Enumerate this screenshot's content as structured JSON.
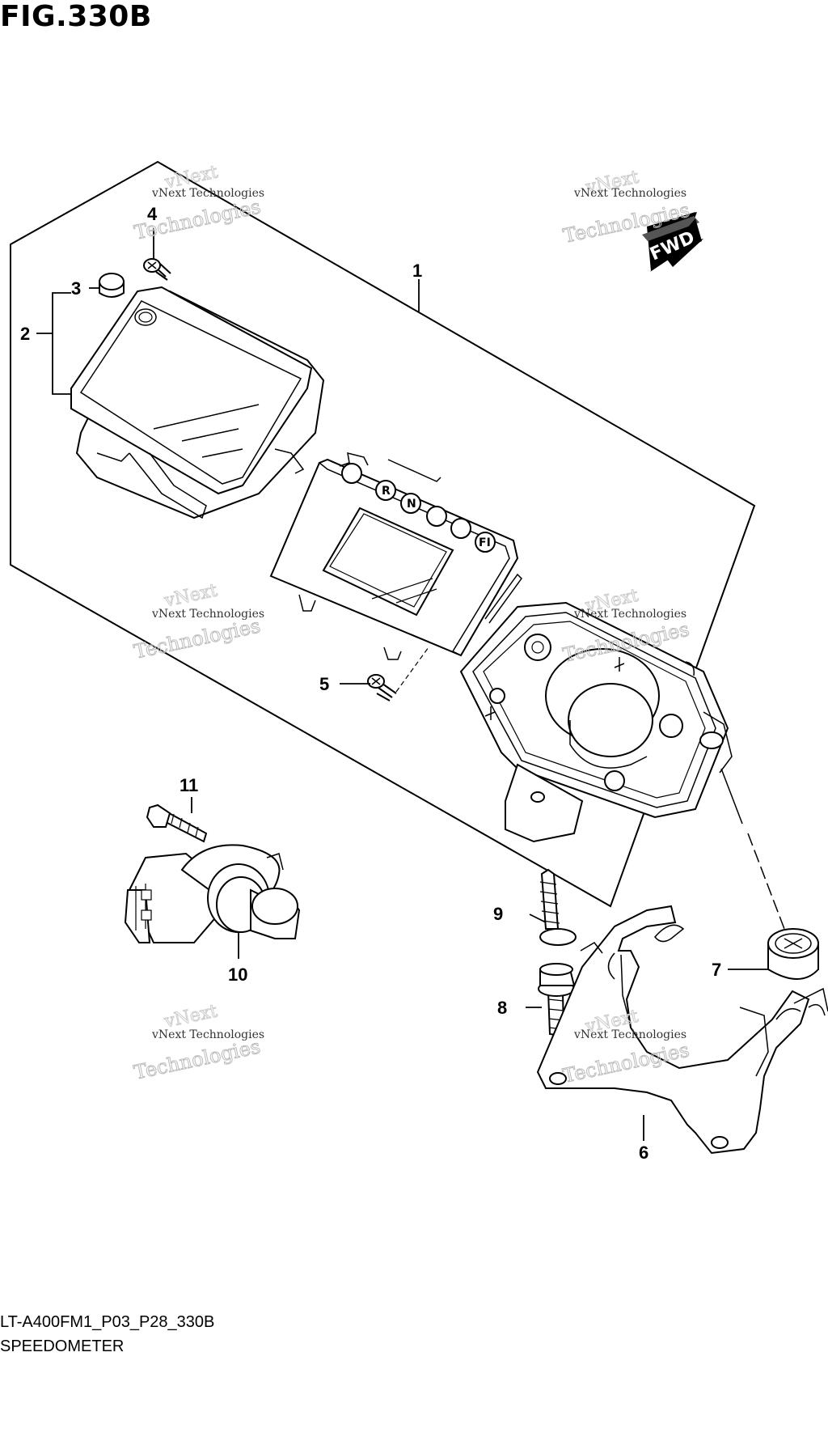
{
  "figure": {
    "title": "FIG.330B",
    "code": "LT-A400FM1_P03_P28_330B",
    "name": "SPEEDOMETER"
  },
  "direction_arrow": {
    "label": "FWD"
  },
  "indicator_lamps": [
    "R",
    "N",
    "FI"
  ],
  "callouts": {
    "c1": "1",
    "c2": "2",
    "c3": "3",
    "c4": "4",
    "c5": "5",
    "c6": "6",
    "c7": "7",
    "c8": "8",
    "c9": "9",
    "c10": "10",
    "c11": "11"
  },
  "watermark": {
    "line1": "vNext Technologies",
    "line2": "Technologies",
    "line0": "vNext"
  },
  "colors": {
    "line": "#000000",
    "background": "#ffffff"
  }
}
